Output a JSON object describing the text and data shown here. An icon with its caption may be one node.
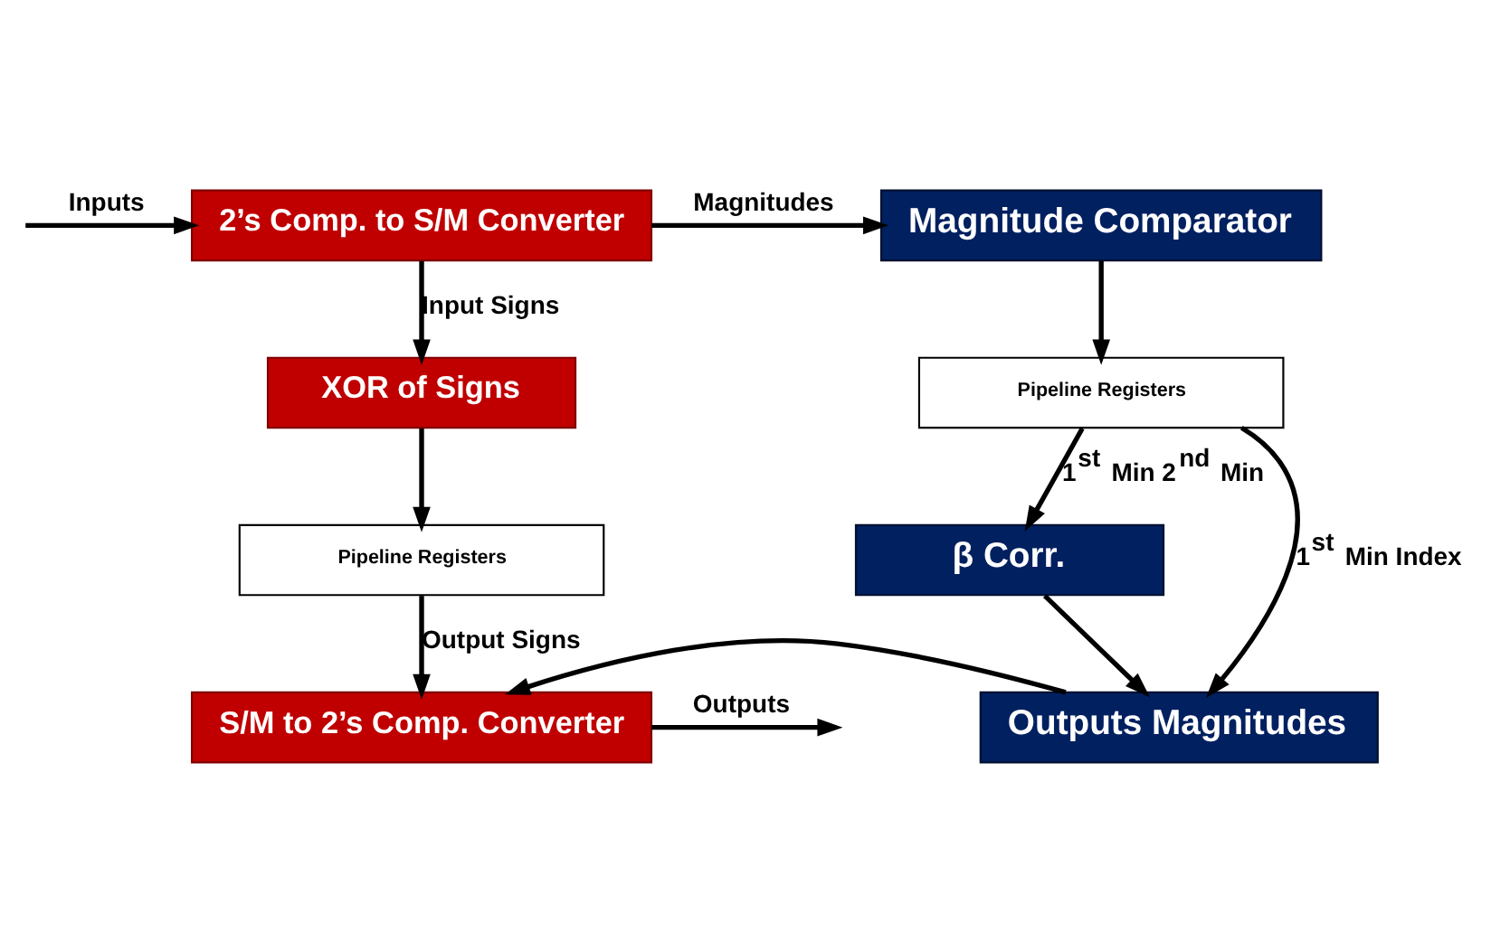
{
  "diagram": {
    "nodes": [
      {
        "text": [
          "2’s Comp. to S/M Converter"
        ]
      },
      {
        "text": [
          "Magnitude Comparator"
        ]
      },
      {
        "text": [
          "XOR of Signs"
        ]
      },
      {
        "text": [
          "Pipeline Registers"
        ]
      },
      {
        "text": [
          "Pipeline Registers"
        ]
      },
      {
        "text": [
          "β Corr."
        ]
      },
      {
        "text": [
          "S/M to 2’s Comp. Converter"
        ]
      },
      {
        "text": [
          "Outputs Magnitudes"
        ]
      }
    ],
    "edges": [
      {
        "from": null,
        "to": 0,
        "arrow": "to",
        "label": "Inputs"
      },
      {
        "from": 0,
        "to": 1,
        "arrow": "to",
        "label": "Magnitudes"
      },
      {
        "from": 0,
        "to": 2,
        "arrow": "to",
        "label": "Input Signs"
      },
      {
        "from": 2,
        "to": 3,
        "arrow": "to"
      },
      {
        "from": 3,
        "to": 6,
        "arrow": "to",
        "label": "Output Signs"
      },
      {
        "from": 1,
        "to": 4,
        "arrow": "to"
      },
      {
        "from": 4,
        "to": 5,
        "arrow": "to",
        "label": "1$^{st}$ Min 2$^{nd}$ Min"
      },
      {
        "from": 4,
        "to": 7,
        "arrow": "to",
        "label": "1$^{st}$ Min Index"
      },
      {
        "from": 5,
        "to": 7,
        "arrow": "to"
      },
      {
        "from": 7,
        "to": 6,
        "arrow": "to"
      },
      {
        "from": 6,
        "to": null,
        "arrow": "to",
        "label": "Outputs"
      }
    ]
  }
}
